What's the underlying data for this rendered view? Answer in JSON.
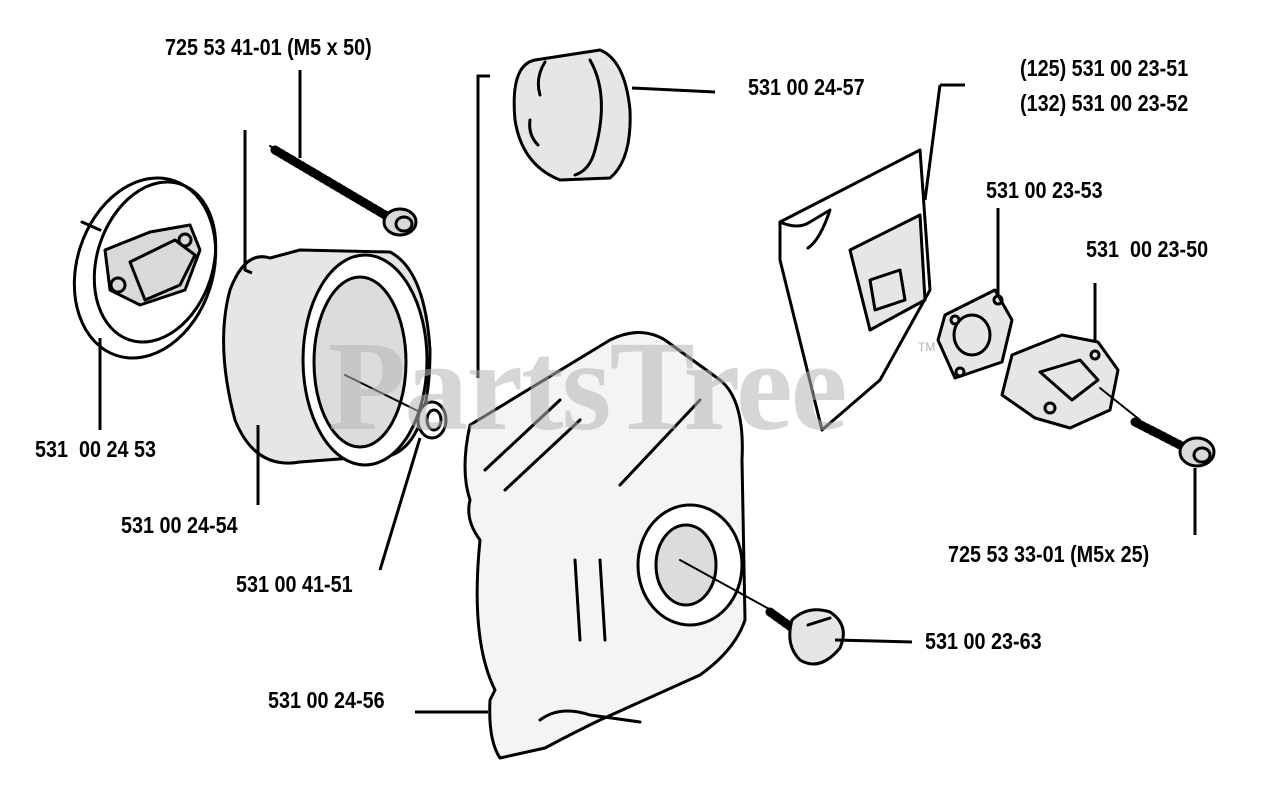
{
  "watermark": {
    "text": "PartsTree",
    "tm": "TM"
  },
  "labels": {
    "screw_m5x50": "725 53 41-01 (M5 x 50)",
    "cap_57": "531 00 24-57",
    "gasket_51": "(125) 531 00 23-51",
    "gasket_52": "(132) 531 00 23-52",
    "plate_53": "531 00 23-53",
    "housing_50": "531  00 23-50",
    "holder_5324": "531  00 24 53",
    "filter_54": "531 00 24-54",
    "washer_4151": "531 00 41-51",
    "screw_m5x25": "725 53 33-01 (M5x 25)",
    "knob_63": "531 00 23-63",
    "cover_56": "531 00 24-56"
  },
  "colors": {
    "ink": "#000000",
    "paper": "#ffffff",
    "shade": "#d9d9d9",
    "watermark": "#b4b4b4"
  }
}
